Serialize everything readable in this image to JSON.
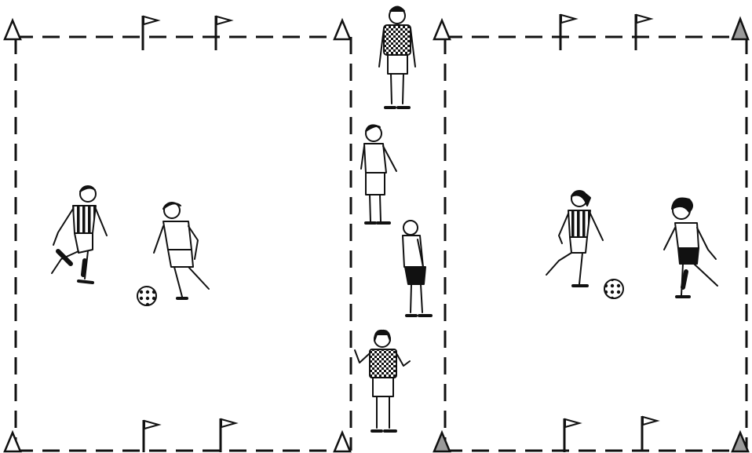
{
  "diagram": {
    "fields": [
      {
        "id": "left",
        "cone_style": [
          "outline",
          "outline",
          "outline",
          "outline"
        ],
        "pair": [
          "striped",
          "plain"
        ]
      },
      {
        "id": "right",
        "cone_style": [
          "outline",
          "shaded",
          "shaded",
          "shaded"
        ],
        "pair": [
          "striped",
          "plain"
        ]
      }
    ],
    "center_players": [
      "checkered",
      "plain",
      "plain",
      "checkered"
    ],
    "colors": {
      "ink": "#111111",
      "paper": "#ffffff",
      "shade": "#9a9a9a"
    }
  }
}
